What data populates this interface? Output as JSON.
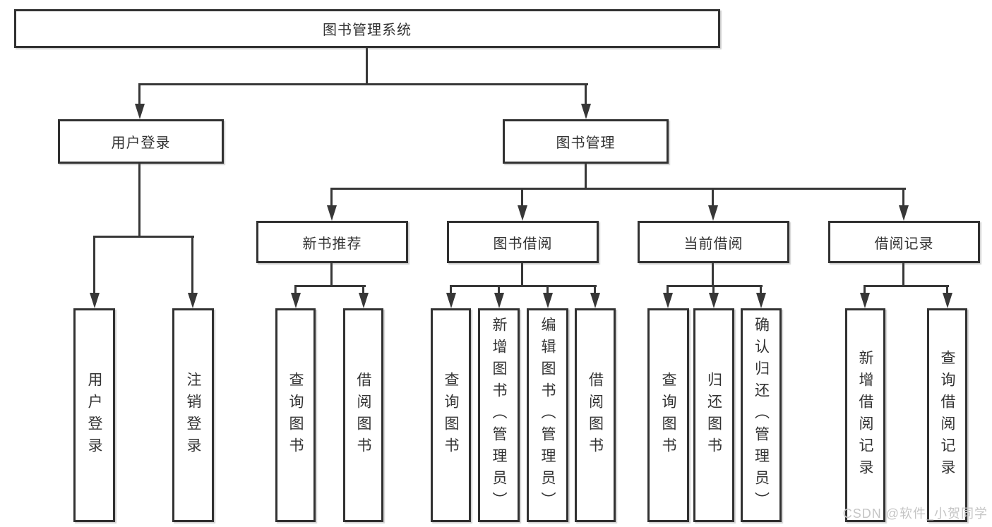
{
  "colors": {
    "background": "#ffffff",
    "line": "#373737",
    "border": "#313131",
    "text": "#333333",
    "watermark": "#c5c5c5"
  },
  "diagram": {
    "root": {
      "label": "图书管理系统"
    },
    "branches": [
      {
        "label": "用户登录",
        "children": [
          {
            "label": "用户登录"
          },
          {
            "label": "注销登录"
          }
        ]
      },
      {
        "label": "图书管理",
        "children": [
          {
            "label": "新书推荐",
            "children": [
              {
                "label": "查询图书"
              },
              {
                "label": "借阅图书"
              }
            ]
          },
          {
            "label": "图书借阅",
            "children": [
              {
                "label": "查询图书"
              },
              {
                "label": "新增图书（管理员）"
              },
              {
                "label": "编辑图书（管理员）"
              },
              {
                "label": "借阅图书"
              }
            ]
          },
          {
            "label": "当前借阅",
            "children": [
              {
                "label": "查询图书"
              },
              {
                "label": "归还图书"
              },
              {
                "label": "确认归还（管理员）"
              }
            ]
          },
          {
            "label": "借阅记录",
            "children": [
              {
                "label": "新增借阅记录"
              },
              {
                "label": "查询借阅记录"
              }
            ]
          }
        ]
      }
    ]
  },
  "watermark": {
    "text": "CSDN @软件_小贺同学"
  }
}
